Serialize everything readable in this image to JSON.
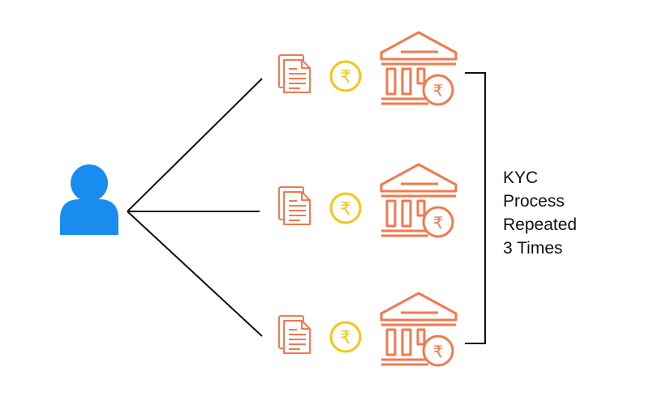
{
  "diagram": {
    "caption_lines": [
      "KYC",
      "Process",
      "Repeated",
      "3 Times"
    ],
    "currency_symbol": "₹",
    "rows": [
      {
        "document_icon": "document-icon",
        "coin_icon": "rupee-coin-icon",
        "bank_icon": "bank-icon"
      },
      {
        "document_icon": "document-icon",
        "coin_icon": "rupee-coin-icon",
        "bank_icon": "bank-icon"
      },
      {
        "document_icon": "document-icon",
        "coin_icon": "rupee-coin-icon",
        "bank_icon": "bank-icon"
      }
    ],
    "user_icon": "user-icon",
    "colors": {
      "user": "#1a8cf0",
      "document": "#f07a4e",
      "bank": "#f07a4e",
      "coin": "#f5c518",
      "line": "#111111"
    }
  }
}
